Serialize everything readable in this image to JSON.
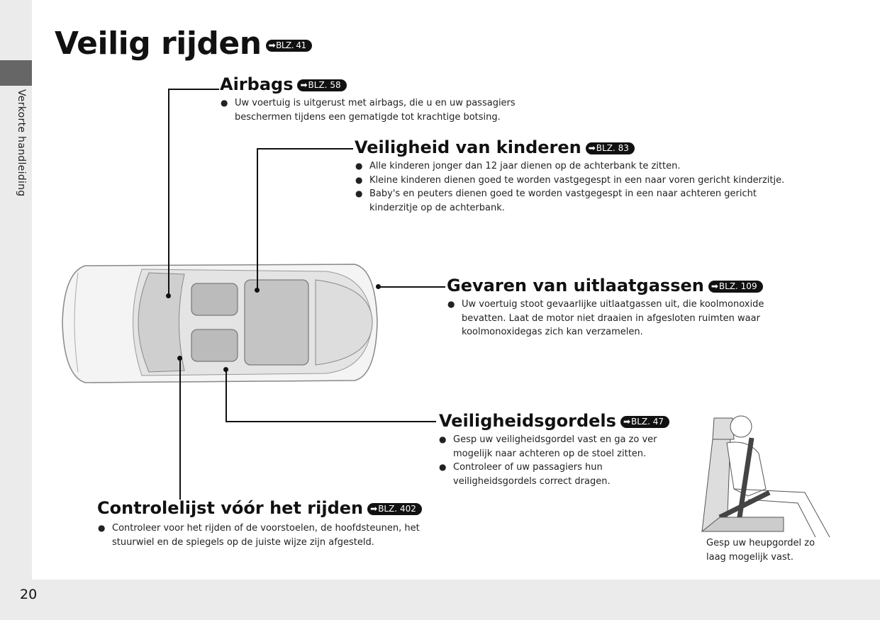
{
  "side_tab": {
    "label": "Verkorte handleiding"
  },
  "page_number": "20",
  "title": {
    "text": "Veilig rijden",
    "ref": "BLZ. 41"
  },
  "sections": {
    "airbags": {
      "heading": "Airbags",
      "ref": "BLZ. 58",
      "bullets": [
        "Uw voertuig is uitgerust met airbags, die u en uw passagiers beschermen tijdens een gematigde tot krachtige botsing."
      ]
    },
    "kinderen": {
      "heading": "Veiligheid van kinderen",
      "ref": "BLZ. 83",
      "bullets": [
        "Alle kinderen jonger dan 12 jaar dienen op de achterbank te zitten.",
        "Kleine kinderen dienen goed te worden vastgegespt in een naar voren gericht kinderzitje.",
        "Baby's en peuters dienen goed te worden vastgegespt in een naar achteren gericht kinderzitje op de achterbank."
      ]
    },
    "uitlaat": {
      "heading": "Gevaren van uitlaatgassen",
      "ref": "BLZ. 109",
      "bullets": [
        "Uw voertuig stoot gevaarlijke uitlaatgassen uit, die koolmonoxide bevatten. Laat de motor niet draaien in afgesloten ruimten waar koolmonoxidegas zich kan verzamelen."
      ]
    },
    "gordels": {
      "heading": "Veiligheidsgordels",
      "ref": "BLZ. 47",
      "bullets": [
        "Gesp uw veiligheidsgordel vast en ga zo ver mogelijk naar achteren op de stoel zitten.",
        "Controleer of uw passagiers hun veiligheidsgordels correct dragen."
      ]
    },
    "controle": {
      "heading": "Controlelijst vóór het rijden",
      "ref": "BLZ. 402",
      "bullets": [
        "Controleer voor het rijden of de voorstoelen, de hoofdsteunen, het stuurwiel en de spiegels op de juiste wijze zijn afgesteld."
      ]
    }
  },
  "illustration_caption": "Gesp uw heupgordel zo laag mogelijk vast."
}
